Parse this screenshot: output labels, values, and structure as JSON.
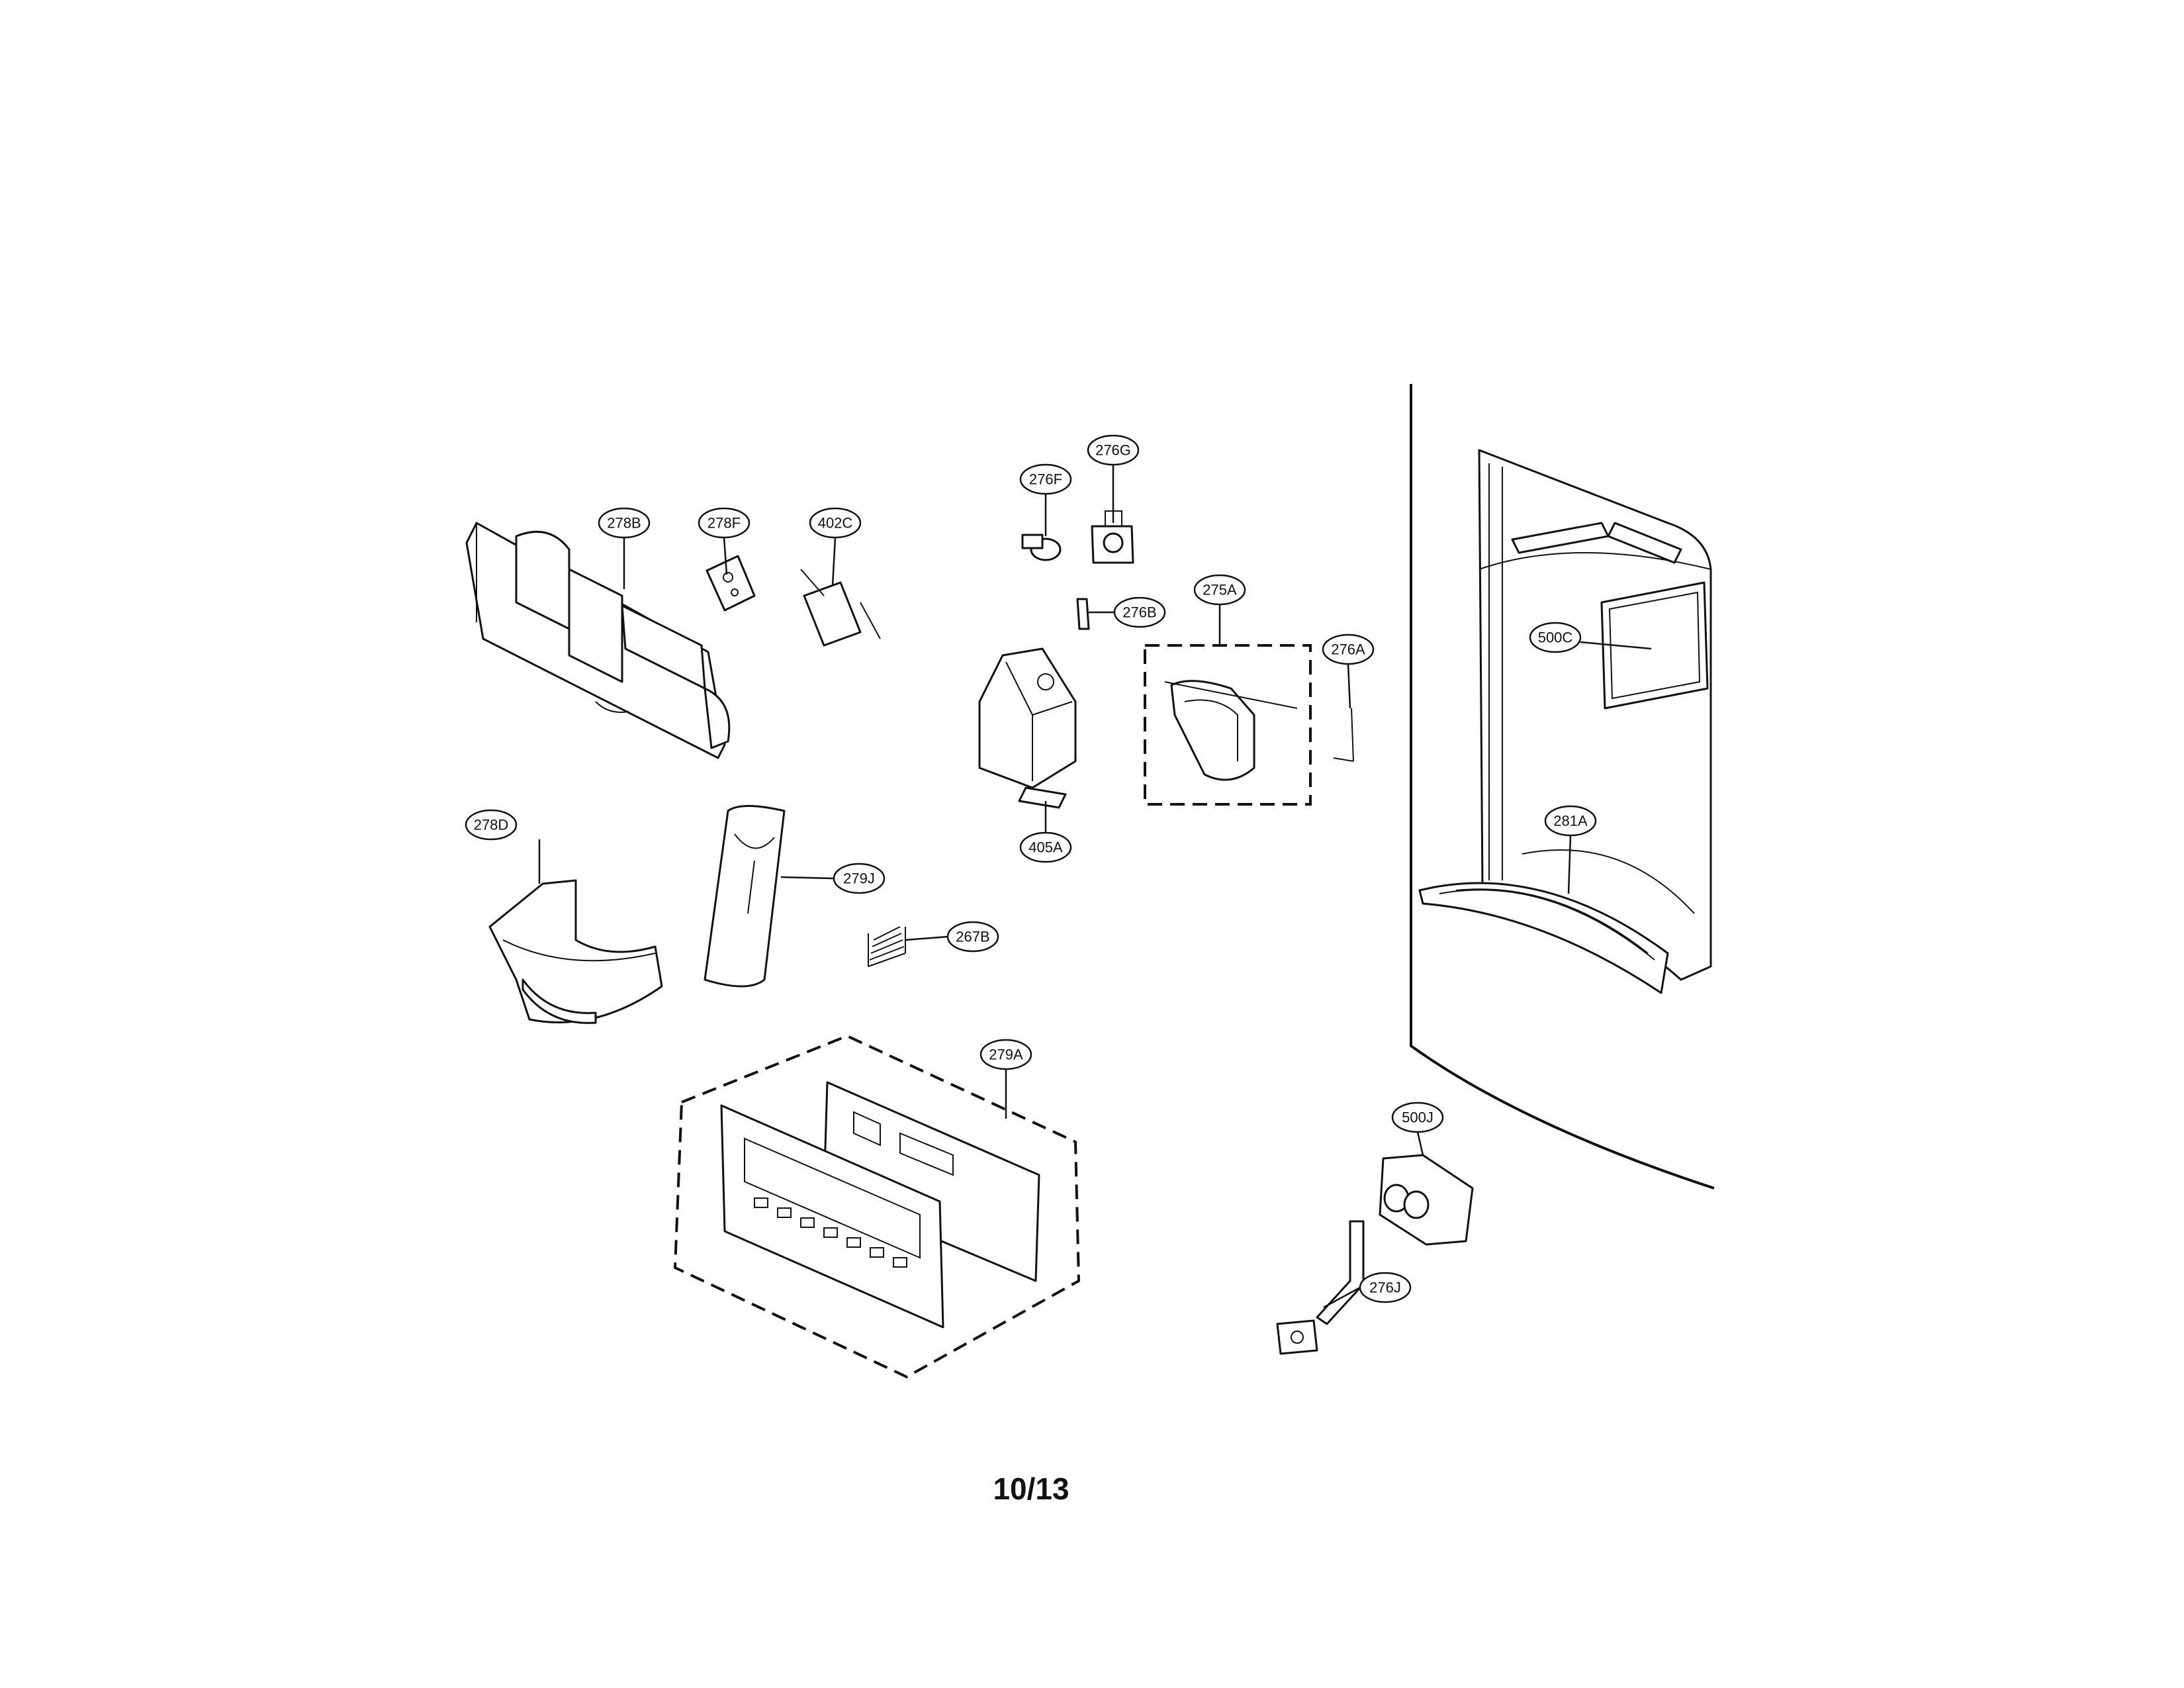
{
  "callouts": {
    "c278B": "278B",
    "c278F": "278F",
    "c402C": "402C",
    "c276F": "276F",
    "c276G": "276G",
    "c276B": "276B",
    "c275A": "275A",
    "c276A": "276A",
    "c500C": "500C",
    "c405A": "405A",
    "c278D": "278D",
    "c279J": "279J",
    "c267B": "267B",
    "c281A": "281A",
    "c279A": "279A",
    "c500J": "500J",
    "c276J": "276J"
  },
  "page_number": "10/13"
}
